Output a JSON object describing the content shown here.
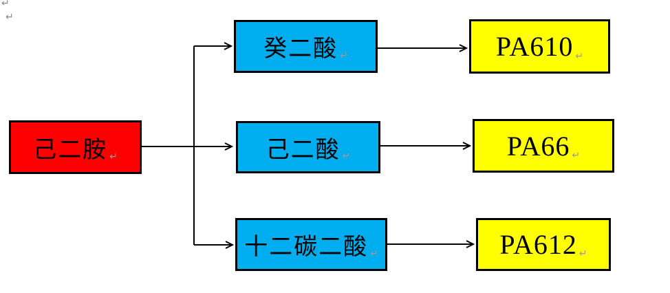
{
  "diagram": {
    "title_hint": "polyamide synthesis flowchart",
    "paragraph_mark": "↵",
    "source": {
      "label": "己二胺",
      "color": "#fe0000"
    },
    "intermediates": [
      {
        "label": "癸二酸",
        "color": "#00aeef"
      },
      {
        "label": "己二酸",
        "color": "#00aeef"
      },
      {
        "label": "十二碳二酸",
        "color": "#00aeef"
      }
    ],
    "products": [
      {
        "label": "PA610",
        "color": "#ffff00"
      },
      {
        "label": "PA66",
        "color": "#ffff00"
      },
      {
        "label": "PA612",
        "color": "#ffff00"
      }
    ],
    "line_color": "#000000"
  }
}
